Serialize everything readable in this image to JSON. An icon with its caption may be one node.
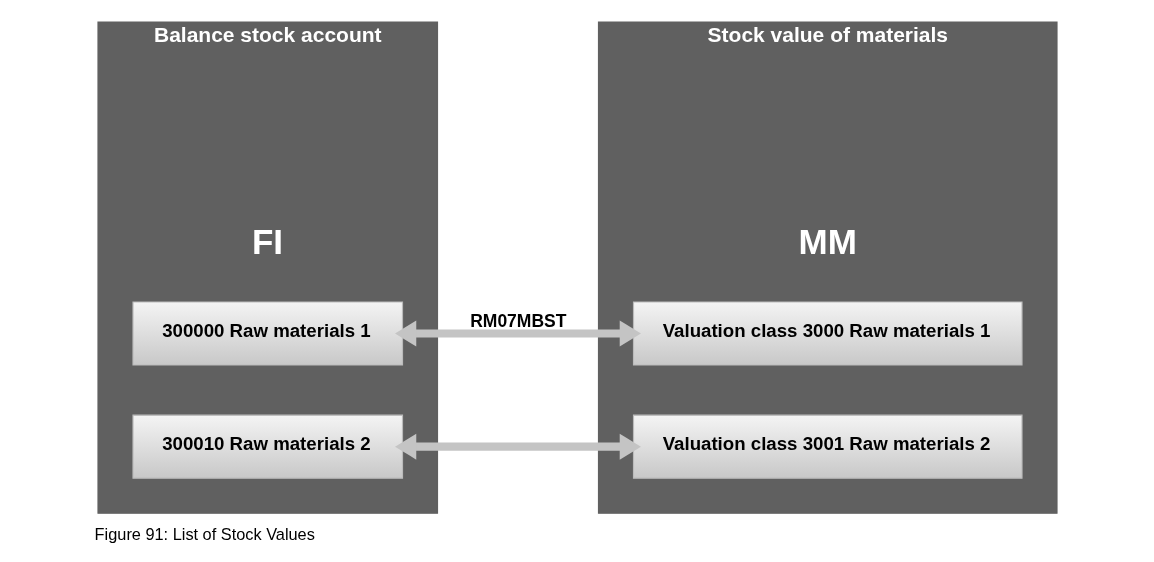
{
  "diagram": {
    "caption": "Figure 91: List of Stock Values",
    "nodes": [
      {
        "text": [
          "Balance stock account",
          "FI"
        ]
      },
      {
        "text": [
          "300000 Raw materials 1"
        ],
        "in": 0
      },
      {
        "text": [
          "300010 Raw materials 2"
        ],
        "in": 0
      },
      {
        "text": [
          "Stock value of materials",
          "MM"
        ]
      },
      {
        "text": [
          "Valuation class 3000 Raw materials 1"
        ],
        "in": 3
      },
      {
        "text": [
          "Valuation class 3001 Raw materials 2"
        ],
        "in": 3
      }
    ],
    "edges": [
      {
        "from": 1,
        "to": 4,
        "arrow": "both",
        "label": "RM07MBST"
      },
      {
        "from": 2,
        "to": 5,
        "arrow": "both"
      }
    ]
  }
}
